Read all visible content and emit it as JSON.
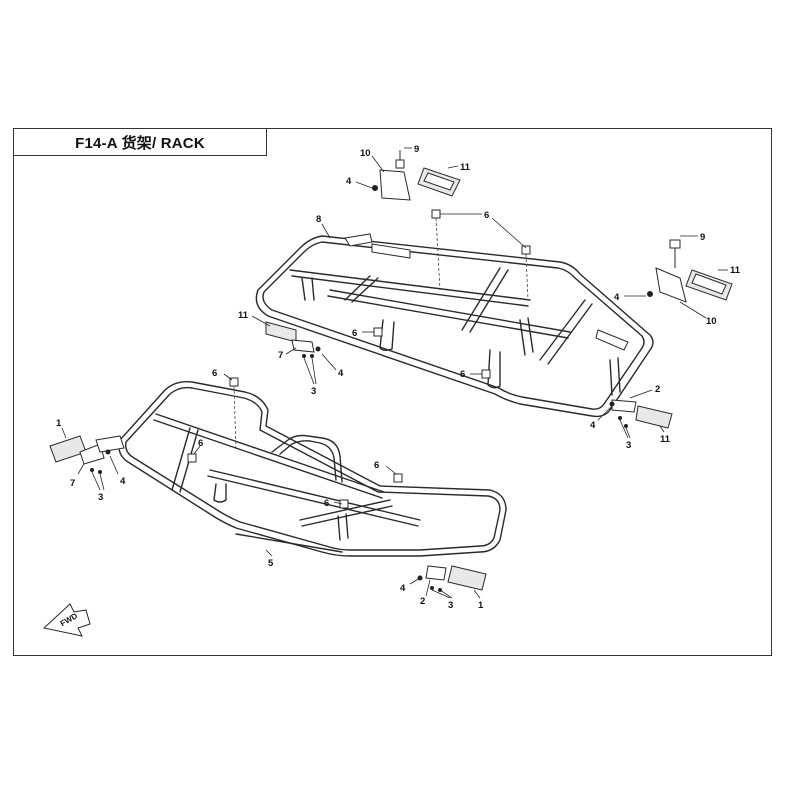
{
  "title": "F14-A 货架/ RACK",
  "fwd_label": "FWD",
  "callouts": {
    "c9_top": "9",
    "c10_top": "10",
    "c11_top": "11",
    "c4_top": "4",
    "c8": "8",
    "c6_top": "6",
    "c9_right": "9",
    "c11_right": "11",
    "c4_right": "4",
    "c10_right": "10",
    "c11_left": "11",
    "c6_mid": "6",
    "c7_mid": "7",
    "c4_mid": "4",
    "c3_mid": "3",
    "c6_mid2": "6",
    "c2_right": "2",
    "c4_right2": "4",
    "c3_right": "3",
    "c11_right2": "11",
    "c6_front_top": "6",
    "c1_left": "1",
    "c7_left": "7",
    "c4_left": "4",
    "c3_left": "3",
    "c6_front_mid": "6",
    "c6_front_right": "6",
    "c6_front_center": "6",
    "c5": "5",
    "c4_bottom": "4",
    "c2_bottom": "2",
    "c3_bottom": "3",
    "c1_bottom": "1"
  }
}
